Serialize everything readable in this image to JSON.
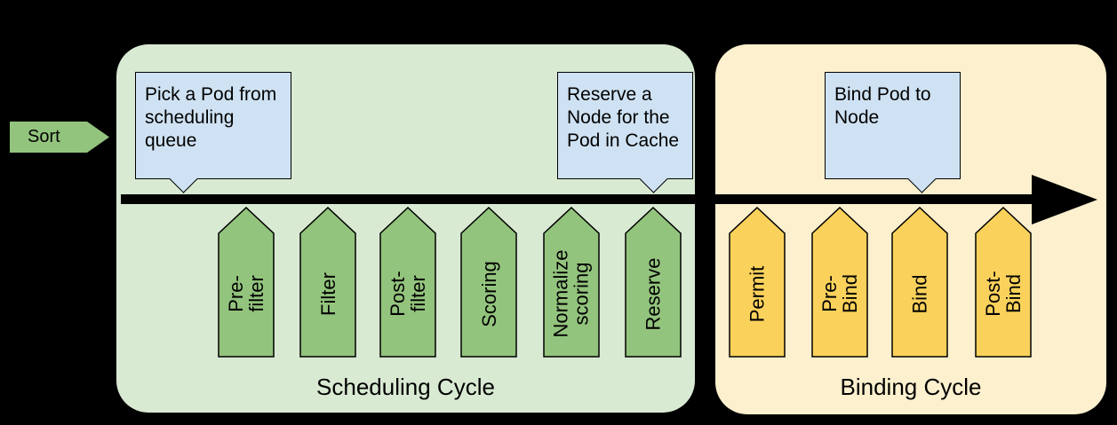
{
  "colors": {
    "background": "#000000",
    "scheduling_cycle_fill": "#D9EAD3",
    "binding_cycle_fill": "#FCF0CE",
    "green_arrow_fill": "#93C47D",
    "yellow_arrow_fill": "#FAD25B",
    "callout_fill": "#CFE2F3",
    "timeline_color": "#000000"
  },
  "sort": {
    "label": "Sort"
  },
  "scheduling_cycle": {
    "label": "Scheduling Cycle",
    "callout_pick": "Pick a Pod from scheduling queue",
    "callout_reserve": "Reserve a Node for the Pod in Cache",
    "steps": [
      "Pre-filter",
      "Filter",
      "Post-filter",
      "Scoring",
      "Normalize\nscoring",
      "Reserve"
    ]
  },
  "binding_cycle": {
    "label": "Binding Cycle",
    "callout_bind": "Bind Pod to Node",
    "steps": [
      "Permit",
      "Pre-Bind",
      "Bind",
      "Post-Bind"
    ]
  }
}
